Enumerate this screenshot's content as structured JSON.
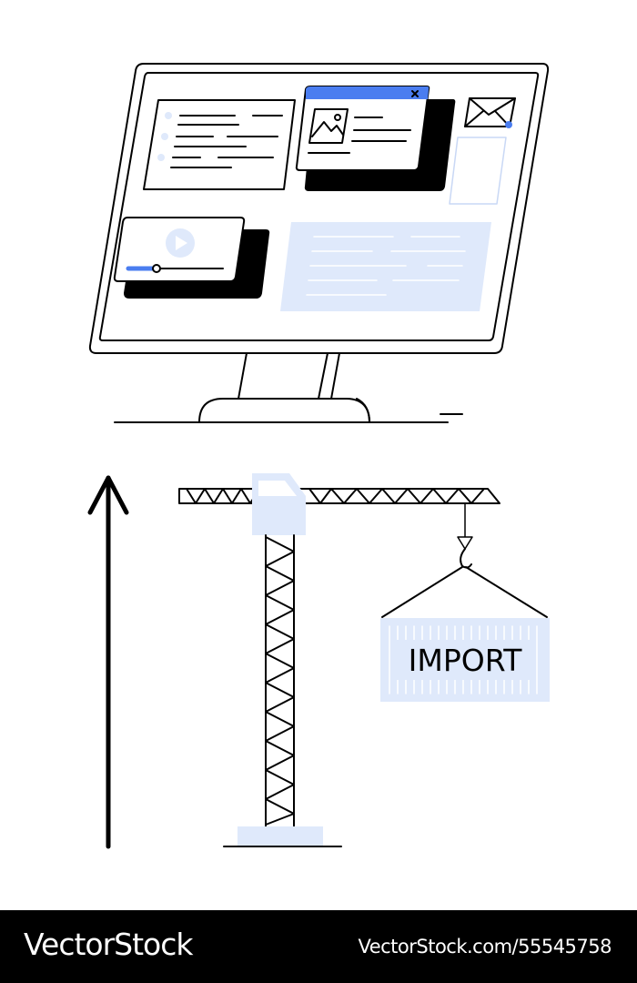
{
  "container": {
    "label": "IMPORT"
  },
  "footer": {
    "brand": "VectorStock",
    "image_id": "VectorStock.com/55545758"
  },
  "colors": {
    "stroke": "#000000",
    "accent_blue": "#4a7df0",
    "light_blue": "#dfe9fb",
    "background": "#ffffff"
  },
  "icons": [
    "monitor-icon",
    "image-icon",
    "play-icon",
    "mail-icon",
    "close-icon",
    "crane-icon",
    "shipping-container-icon",
    "up-arrow-icon"
  ]
}
